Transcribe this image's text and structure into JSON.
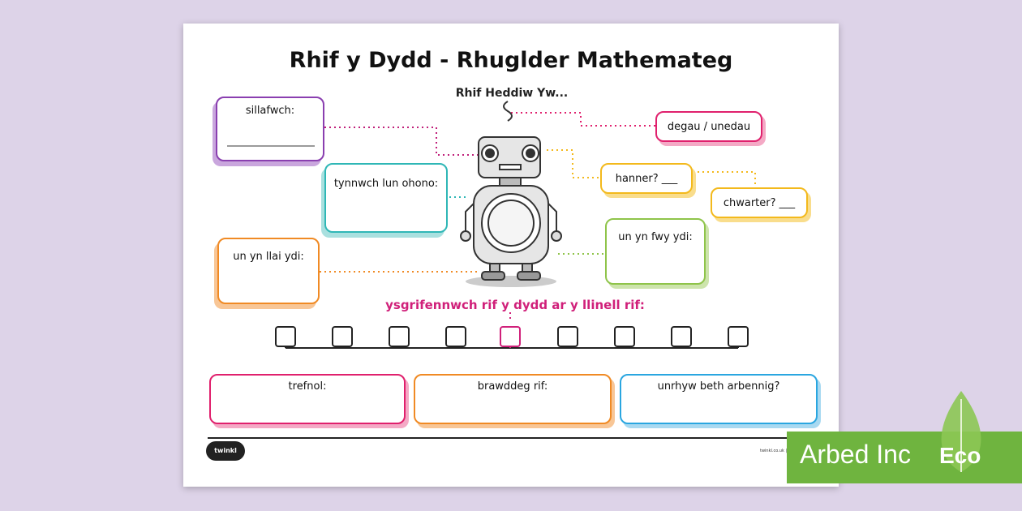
{
  "worksheet": {
    "title": "Rhif y Dydd - Rhuglder Mathemateg",
    "subtitle": "Rhif Heddiw Yw...",
    "boxes": {
      "sillafwch": "sillafwch:",
      "tynnwch": "tynnwch lun ohono:",
      "un_yn_llai": "un yn llai ydi:",
      "degau": "degau / unedau",
      "hanner": "hanner? ___",
      "chwarter": "chwarter? ___",
      "un_yn_fwy": "un yn fwy ydi:",
      "trefnol": "trefnol:",
      "brawddeg": "brawddeg rif:",
      "unrhyw": "unrhyw beth arbennig?"
    },
    "number_line_instruction": "ysgrifennwch rif y dydd ar y llinell rif:",
    "logo_text": "twinkl",
    "footer_text": "twinkl.co.uk | twinkl cymru",
    "colors": {
      "purple": "#8a3fb0",
      "teal": "#2fb7b6",
      "orange": "#f08a24",
      "pink": "#e0206d",
      "yellow": "#f3b91c",
      "green": "#8fc44a",
      "blue": "#2aa6e0",
      "magenta_text": "#d0207a"
    }
  },
  "badge": {
    "label": "Arbed Inc",
    "eco": "Eco"
  }
}
